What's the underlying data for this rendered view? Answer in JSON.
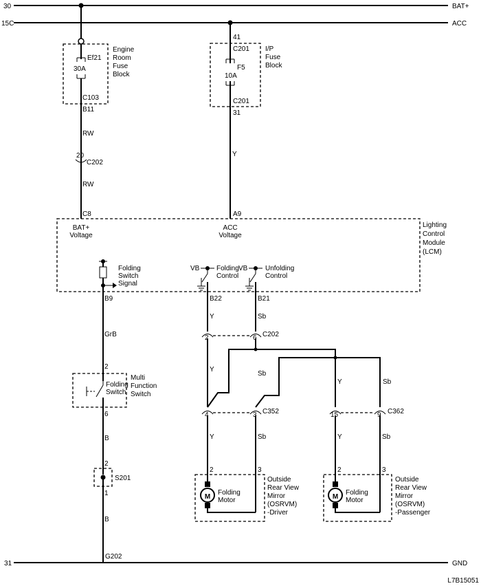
{
  "rails": {
    "top1_left": "30",
    "top1_right": "BAT+",
    "top2_left": "15C",
    "top2_right": "ACC",
    "bottom_left": "31",
    "bottom_right": "GND"
  },
  "fuse_ef21": {
    "block_label": [
      "Engine",
      "Room",
      "Fuse",
      "Block"
    ],
    "name": "Ef21",
    "rating": "30A",
    "conn": "C103",
    "pin": "B11"
  },
  "fuse_f5": {
    "block_label": [
      "I/P",
      "Fuse",
      "Block"
    ],
    "name": "F5",
    "rating": "10A",
    "pin_in": "41",
    "conn_in": "C201",
    "conn_out": "C201",
    "pin_out": "31"
  },
  "wire_bat": {
    "color1": "RW",
    "pin": "20",
    "conn": "C202",
    "color2": "RW",
    "lcm_pin": "C8"
  },
  "wire_acc": {
    "color": "Y",
    "lcm_pin": "A9"
  },
  "lcm": {
    "title": [
      "Lighting",
      "Control",
      "Module",
      "(LCM)"
    ],
    "bat_label": [
      "BAT+",
      "Voltage"
    ],
    "acc_label": [
      "ACC",
      "Voltage"
    ],
    "folding_switch_signal": [
      "Folding",
      "Switch",
      "Signal"
    ],
    "vb1": "VB",
    "folding_control": [
      "Folding",
      "Control"
    ],
    "vb2": "VB",
    "unfolding_control": [
      "Unfolding",
      "Control"
    ],
    "pin_b9": "B9",
    "pin_b22": "B22",
    "pin_b21": "B21"
  },
  "switch_path": {
    "wire1": "GrB",
    "pin_top": "2",
    "switch_label": [
      "Folding",
      "Switch"
    ],
    "module_label": [
      "Multi",
      "Function",
      "Switch"
    ],
    "pin_bottom": "6",
    "wire2": "B",
    "splice_pin_top": "2",
    "splice": "S201",
    "splice_pin_bottom": "1",
    "wire3": "B",
    "ground": "G202"
  },
  "c202": {
    "pin_y": "2",
    "pin_sb": "6",
    "name": "C202",
    "wire_y": "Y",
    "wire_sb": "Sb"
  },
  "c352": {
    "pin_y": "4",
    "pin_sb": "3",
    "name": "C352",
    "wire_y1": "Y",
    "wire_sb1": "Sb",
    "wire_y2": "Y",
    "wire_sb2": "Sb"
  },
  "c362": {
    "pin_y": "15",
    "pin_sb": "9",
    "name": "C362",
    "wire_y1": "Y",
    "wire_sb1": "Sb",
    "wire_y2": "Y",
    "wire_sb2": "Sb"
  },
  "motor_driver": {
    "pin_a": "2",
    "pin_b": "3",
    "motor_letter": "M",
    "motor_label": [
      "Folding",
      "Motor"
    ],
    "label": [
      "Outside",
      "Rear View",
      "Mirror",
      "(OSRVM)",
      "-Driver"
    ]
  },
  "motor_passenger": {
    "pin_a": "2",
    "pin_b": "3",
    "motor_letter": "M",
    "motor_label": [
      "Folding",
      "Motor"
    ],
    "label": [
      "Outside",
      "Rear View",
      "Mirror",
      "(OSRVM)",
      "-Passenger"
    ]
  },
  "figure_code": "L7B15051"
}
